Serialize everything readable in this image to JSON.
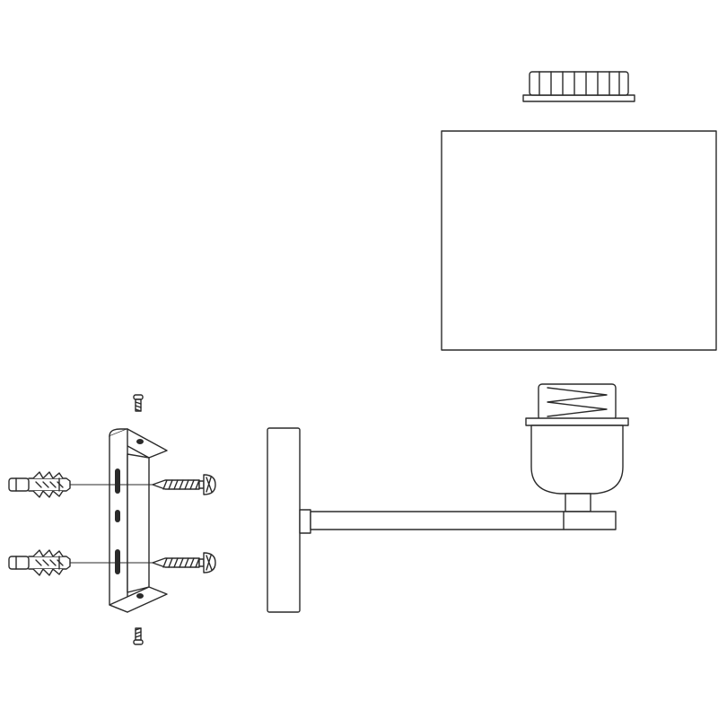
{
  "colors": {
    "line": "#2a2a2a",
    "background": "#ffffff"
  },
  "parts": [
    {
      "id": "finial-nut",
      "icon": "ribbed-ring-icon"
    },
    {
      "id": "lamp-shade",
      "icon": "rectangle-shade-icon"
    },
    {
      "id": "bulb-socket",
      "icon": "threaded-socket-icon"
    },
    {
      "id": "wall-base-plate",
      "icon": "backplate-icon"
    },
    {
      "id": "lamp-arm",
      "icon": "horizontal-arm-icon"
    },
    {
      "id": "mounting-bracket",
      "icon": "u-bracket-icon"
    },
    {
      "id": "wall-plugs",
      "icon": "wall-anchor-icon",
      "count": 2
    },
    {
      "id": "wood-screws",
      "icon": "screw-icon",
      "count": 2
    },
    {
      "id": "bracket-bolts",
      "icon": "small-bolt-icon",
      "count": 2
    }
  ]
}
